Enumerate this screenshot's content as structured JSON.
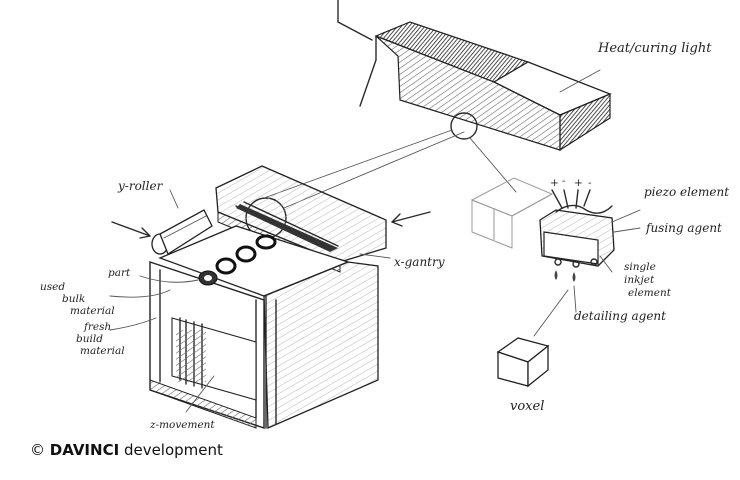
{
  "labels": {
    "heat_curing_light": "Heat/curing light",
    "y_roller": "y-roller",
    "part": "part",
    "used_bulk_material": [
      "used",
      "bulk",
      "material"
    ],
    "fresh_build_material": [
      "fresh",
      "build",
      "material"
    ],
    "x_gantry": "x-gantry",
    "z_movement": "z-movement",
    "piezo_element": "piezo element",
    "fusing_agent": "fusing agent",
    "single_inkjet_element": [
      "single",
      "inkjet",
      "element"
    ],
    "detailing_agent": "detailing agent",
    "voxel": "voxel",
    "polarity": [
      "+",
      "-",
      "+",
      "-"
    ]
  },
  "copyright": {
    "symbol": "©",
    "brand": "DAVINCI",
    "rest": "development"
  }
}
